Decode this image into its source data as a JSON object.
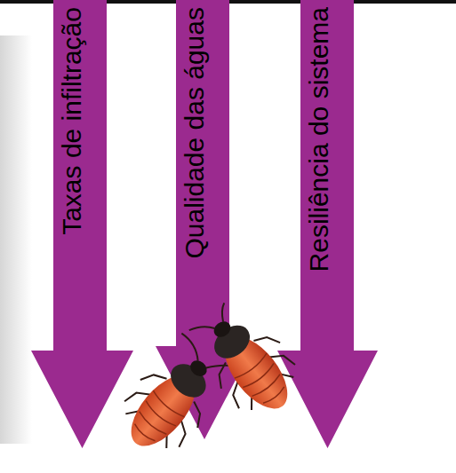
{
  "diagram": {
    "nodes": [
      {
        "text": [
          "Taxas de infiltração"
        ]
      },
      {
        "text": [
          "Qualidade das águas"
        ]
      },
      {
        "text": [
          "Resiliência do sistema"
        ]
      }
    ]
  }
}
